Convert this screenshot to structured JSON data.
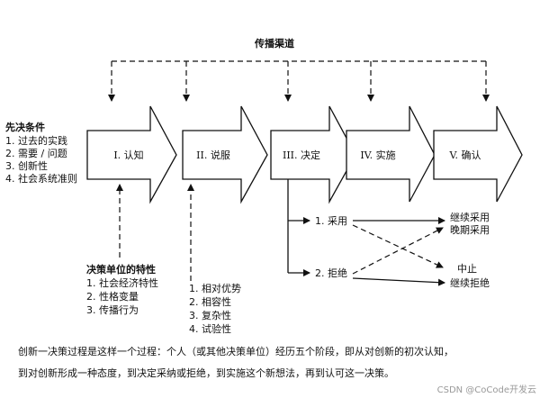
{
  "channel_label": "传播渠道",
  "prior_conditions": {
    "title": "先决条件",
    "items": [
      "1. 过去的实践",
      "2. 需要 / 问题",
      "3. 创新性",
      "4. 社会系统准则"
    ]
  },
  "stages": [
    "I. 认知",
    "II. 说服",
    "III. 决定",
    "IV. 实施",
    "V. 确认"
  ],
  "unit_characteristics": {
    "title": "决策单位的特性",
    "items": [
      "1. 社会经济特性",
      "2. 性格变量",
      "3. 传播行为"
    ]
  },
  "innovation_characteristics": {
    "items": [
      "1. 相对优势",
      "2. 相容性",
      "3. 复杂性",
      "4. 试验性"
    ]
  },
  "decisions": {
    "adopt": "1. 采用",
    "reject": "2. 拒绝"
  },
  "outcomes": {
    "continue_adopt": "继续采用",
    "late_adopt": "晚期采用",
    "discontinue": "中止",
    "continue_reject": "继续拒绝"
  },
  "caption": {
    "line1": "创新一决策过程是这样一个过程：个人（或其他决策单位）经历五个阶段，即从对创新的初次认知，",
    "line2": "到对创新形成一种态度，到决定采纳或拒绝，到实施这个新想法，再到认可这一决策。"
  },
  "watermark": "CSDN @CoCode开发云"
}
